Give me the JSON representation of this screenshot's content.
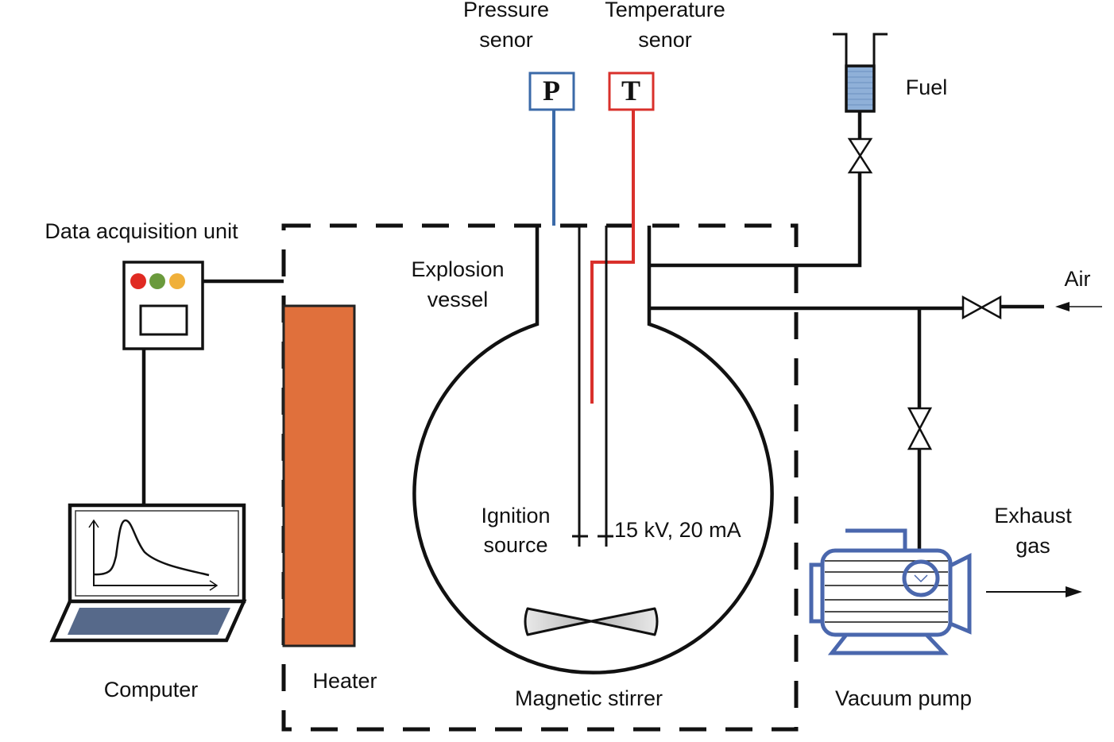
{
  "figure": {
    "title": "Experimental setup of explosion vessel",
    "labels": {
      "pressure_sensor": [
        "Pressure",
        "senor"
      ],
      "temperature_sensor": [
        "Temperature",
        "senor"
      ],
      "pressure_symbol": "P",
      "temperature_symbol": "T",
      "fuel": "Fuel",
      "data_acquisition": "Data acquisition unit",
      "explosion_vessel": [
        "Explosion",
        "vessel"
      ],
      "air": "Air",
      "ignition_source": [
        "Ignition",
        "source"
      ],
      "ignition_spec": "15 kV, 20 mA",
      "exhaust_gas": [
        "Exhaust",
        "gas"
      ],
      "computer": "Computer",
      "heater": "Heater",
      "magnetic_stirrer": "Magnetic stirrer",
      "vacuum_pump": "Vacuum pump"
    },
    "colors": {
      "pressure_line": "#3b6aa8",
      "temperature_line": "#d9302b",
      "heater": "#e0703c",
      "fuel_fill": "#8fb0d8",
      "pump": "#4a67ad",
      "laptop_keyboard": "#56698a",
      "led_red": "#e02a22",
      "led_green": "#6a9a3c",
      "led_yellow": "#f0b03a"
    }
  }
}
